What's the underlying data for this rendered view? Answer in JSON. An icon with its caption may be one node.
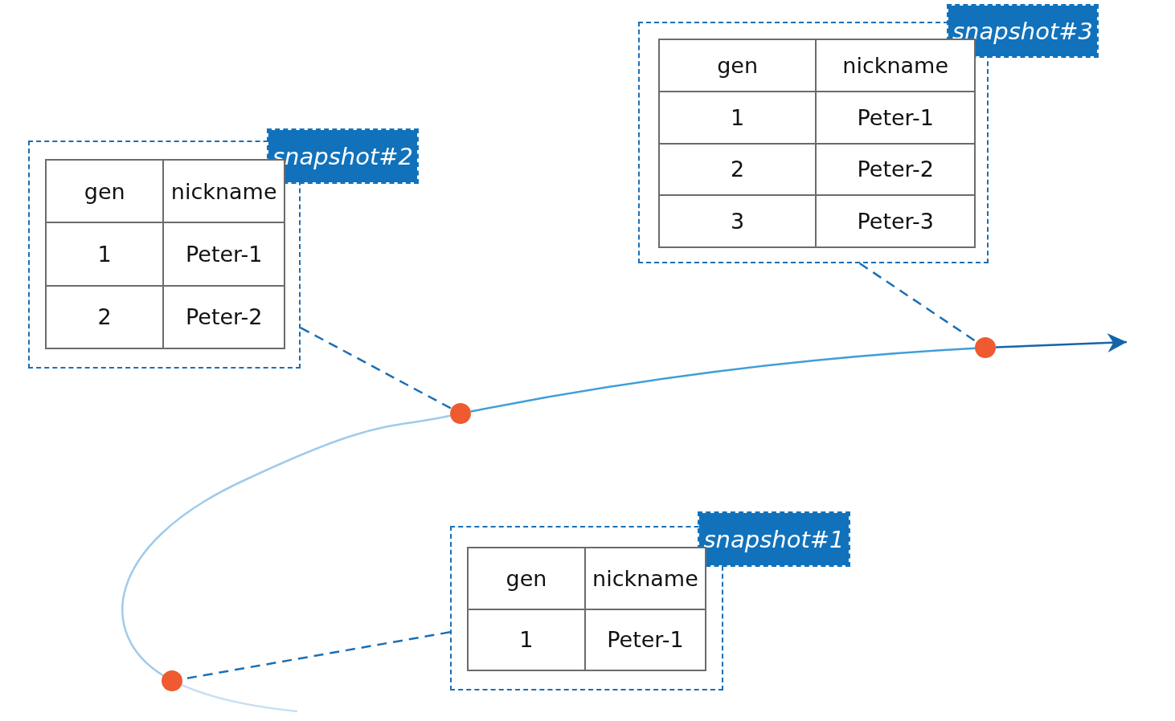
{
  "diagram": {
    "nodes": [
      {
        "text": [
          "snapshot#3"
        ]
      },
      {
        "text": [
          "gen",
          "nickname",
          "1",
          "Peter-1",
          "2",
          "Peter-2",
          "3",
          "Peter-3"
        ],
        "in": 0
      },
      {
        "text": [
          "snapshot#2"
        ]
      },
      {
        "text": [
          "gen",
          "nickname",
          "1",
          "Peter-1",
          "2",
          "Peter-2"
        ],
        "in": 2
      },
      {
        "text": [
          "snapshot#1"
        ]
      },
      {
        "text": [
          "gen",
          "nickname",
          "1",
          "Peter-1"
        ],
        "in": 4
      },
      {
        "text": [],
        "shape": "circle"
      },
      {
        "text": [],
        "shape": "circle"
      },
      {
        "text": [],
        "shape": "circle"
      }
    ],
    "edges": [
      {
        "from": 4,
        "to": 6,
        "arrow": "none",
        "style": "dashed",
        "color": "#1a6fb5"
      },
      {
        "from": 2,
        "to": 7,
        "arrow": "none",
        "style": "dashed",
        "color": "#1a6fb5"
      },
      {
        "from": 0,
        "to": 8,
        "arrow": "none",
        "style": "dashed",
        "color": "#1a6fb5"
      },
      {
        "from": null,
        "to": 6,
        "arrow": "none",
        "color": "#c6dff2"
      },
      {
        "from": 6,
        "to": 7,
        "arrow": "none",
        "color": "#9fcbec"
      },
      {
        "from": 7,
        "to": 8,
        "arrow": "none",
        "color": "#3e9ed8"
      },
      {
        "from": 8,
        "to": null,
        "arrow": "to",
        "color": "#1565a8"
      }
    ]
  }
}
